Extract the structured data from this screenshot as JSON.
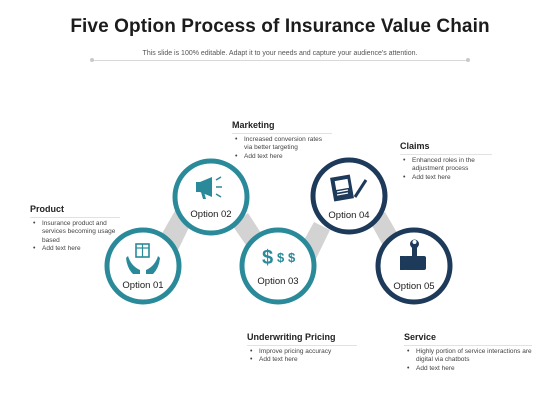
{
  "title": "Five Option Process of Insurance Value Chain",
  "subtitle": "This slide is 100% editable. Adapt it to your needs and capture your audience's attention.",
  "colors": {
    "teal": "#2a8a9a",
    "navy": "#1d3a5a",
    "connector": "#d0d0d0"
  },
  "options": [
    {
      "label": "Option 01",
      "icon": "hands-with-box-icon",
      "color": "teal"
    },
    {
      "label": "Option 02",
      "icon": "megaphone-icon",
      "color": "teal"
    },
    {
      "label": "Option 03",
      "icon": "dollar-signs-icon",
      "color": "teal"
    },
    {
      "label": "Option 04",
      "icon": "document-with-pen-icon",
      "color": "navy"
    },
    {
      "label": "Option 05",
      "icon": "thumbs-up-wrench-icon",
      "color": "navy"
    }
  ],
  "blocks": {
    "product": {
      "heading": "Product",
      "items": [
        "Insurance product and services becoming usage based",
        "Add text here"
      ]
    },
    "marketing": {
      "heading": "Marketing",
      "items": [
        "Increased conversion rates via better targeting",
        "Add text here"
      ]
    },
    "claims": {
      "heading": "Claims",
      "items": [
        "Enhanced roles in the adjustment process",
        "Add text here"
      ]
    },
    "underwriting": {
      "heading": "Underwriting Pricing",
      "items": [
        "Improve pricing accuracy",
        "Add text here"
      ]
    },
    "service": {
      "heading": "Service",
      "items": [
        "Highly portion of service interactions are digital via chatbots",
        "Add text here"
      ]
    }
  }
}
